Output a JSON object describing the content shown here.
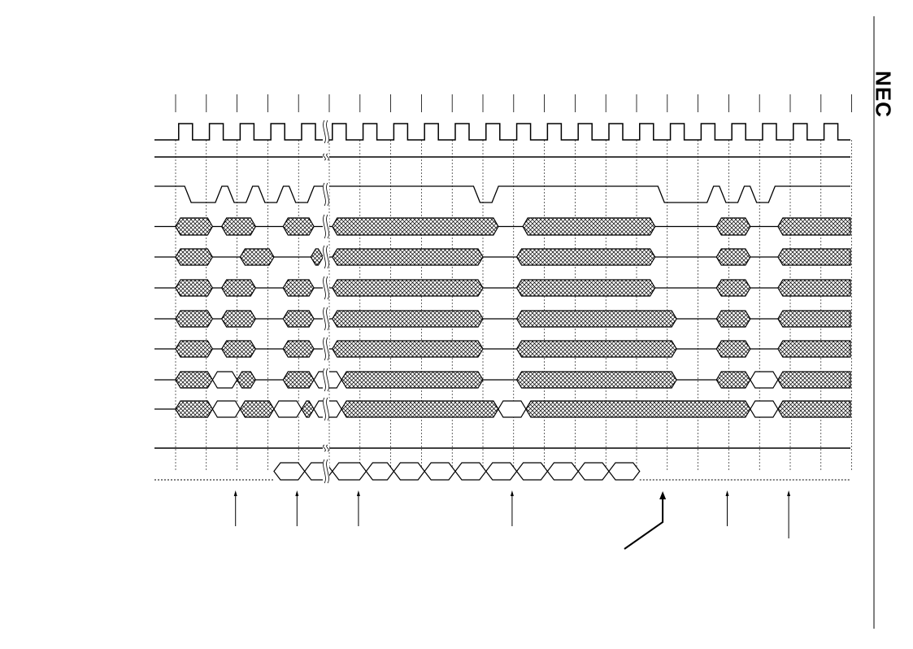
{
  "logo": {
    "text": "NEC"
  },
  "diagram": {
    "period_count": 22,
    "break_after_period": 5,
    "colors": {
      "line": "#000000",
      "hatch": "#000000",
      "background": "#ffffff"
    },
    "signals": [
      {
        "id": "clock",
        "kind": "clock"
      },
      {
        "id": "static-high",
        "kind": "flat"
      },
      {
        "id": "strobe",
        "kind": "digital",
        "edges": [
          [
            0,
            1
          ],
          [
            0.4,
            0
          ],
          [
            1.4,
            1
          ],
          [
            1.8,
            0
          ],
          [
            2.4,
            1
          ],
          [
            2.8,
            0
          ],
          [
            3.4,
            1
          ],
          [
            3.8,
            0
          ],
          [
            4.4,
            1
          ],
          [
            4.8,
            1
          ],
          [
            5.0,
            1
          ],
          [
            9.4,
            1
          ],
          [
            9.8,
            0
          ],
          [
            10.4,
            1
          ],
          [
            15.4,
            1
          ],
          [
            15.8,
            0
          ],
          [
            17.4,
            1
          ],
          [
            17.8,
            0
          ],
          [
            18.4,
            1
          ],
          [
            18.8,
            0
          ],
          [
            19.4,
            1
          ],
          [
            22,
            1
          ]
        ]
      },
      {
        "id": "bus-0",
        "kind": "bus",
        "segments": [
          [
            0,
            1.2,
            "h"
          ],
          [
            1.5,
            2.6,
            "h"
          ],
          [
            3.5,
            4.5,
            "h"
          ],
          [
            5.1,
            10.5,
            "h"
          ],
          [
            11.3,
            15.6,
            "h"
          ],
          [
            17.6,
            18.7,
            "h"
          ],
          [
            19.6,
            22,
            "h"
          ]
        ]
      },
      {
        "id": "bus-1",
        "kind": "bus",
        "segments": [
          [
            0,
            1.2,
            "h"
          ],
          [
            2.1,
            3.2,
            "h"
          ],
          [
            4.4,
            4.8,
            "h"
          ],
          [
            5.1,
            10.0,
            "h"
          ],
          [
            11.1,
            15.6,
            "h"
          ],
          [
            17.6,
            18.7,
            "h"
          ],
          [
            19.6,
            22,
            "h"
          ]
        ]
      },
      {
        "id": "bus-2",
        "kind": "bus",
        "segments": [
          [
            0,
            1.2,
            "h"
          ],
          [
            1.5,
            2.6,
            "h"
          ],
          [
            3.5,
            4.5,
            "h"
          ],
          [
            5.1,
            10.0,
            "h"
          ],
          [
            11.1,
            15.6,
            "h"
          ],
          [
            17.6,
            18.7,
            "h"
          ],
          [
            19.6,
            22,
            "h"
          ]
        ]
      },
      {
        "id": "bus-3",
        "kind": "bus",
        "segments": [
          [
            0,
            1.2,
            "h"
          ],
          [
            1.5,
            2.6,
            "h"
          ],
          [
            3.5,
            4.5,
            "h"
          ],
          [
            5.1,
            10.0,
            "h"
          ],
          [
            11.1,
            16.3,
            "h"
          ],
          [
            17.6,
            18.7,
            "h"
          ],
          [
            19.6,
            22,
            "h"
          ]
        ]
      },
      {
        "id": "bus-4",
        "kind": "bus",
        "segments": [
          [
            0,
            1.2,
            "h"
          ],
          [
            1.5,
            2.6,
            "h"
          ],
          [
            3.5,
            4.5,
            "h"
          ],
          [
            5.1,
            10.0,
            "h"
          ],
          [
            11.1,
            16.3,
            "h"
          ],
          [
            17.6,
            18.7,
            "h"
          ],
          [
            19.6,
            22,
            "h"
          ]
        ]
      },
      {
        "id": "bus-5",
        "kind": "bus",
        "segments": [
          [
            0,
            1.2,
            "h"
          ],
          [
            1.2,
            2.0,
            "o"
          ],
          [
            2.0,
            2.6,
            "h"
          ],
          [
            3.5,
            4.5,
            "h"
          ],
          [
            4.5,
            5.4,
            "o"
          ],
          [
            5.4,
            10.0,
            "h"
          ],
          [
            11.1,
            16.3,
            "h"
          ],
          [
            17.6,
            18.7,
            "h"
          ],
          [
            18.7,
            19.6,
            "o"
          ],
          [
            19.6,
            22,
            "h"
          ]
        ]
      },
      {
        "id": "bus-6",
        "kind": "bus",
        "segments": [
          [
            0,
            1.2,
            "h"
          ],
          [
            1.2,
            2.1,
            "o"
          ],
          [
            2.1,
            3.2,
            "h"
          ],
          [
            3.2,
            4.1,
            "o"
          ],
          [
            4.1,
            4.5,
            "h"
          ],
          [
            4.5,
            5.4,
            "o"
          ],
          [
            5.4,
            10.5,
            "h"
          ],
          [
            10.5,
            11.4,
            "o"
          ],
          [
            11.4,
            18.7,
            "h"
          ],
          [
            18.7,
            19.6,
            "o"
          ],
          [
            19.6,
            22,
            "h"
          ]
        ]
      },
      {
        "id": "static-low",
        "kind": "flat"
      },
      {
        "id": "data-bus",
        "kind": "data",
        "cells": [
          [
            3.2,
            4.2
          ],
          [
            4.2,
            5.1
          ],
          [
            5.1,
            6.2
          ],
          [
            6.2,
            7.1
          ],
          [
            7.1,
            8.1
          ],
          [
            8.1,
            9.1
          ],
          [
            9.1,
            10.1
          ],
          [
            10.1,
            11.1
          ],
          [
            11.1,
            12.1
          ],
          [
            12.1,
            13.1
          ],
          [
            13.1,
            14.1
          ],
          [
            14.1,
            15.1
          ]
        ]
      }
    ],
    "markers": [
      {
        "id": "arrow-1",
        "period": 2,
        "tall": false
      },
      {
        "id": "arrow-2",
        "period": 4,
        "tall": false
      },
      {
        "id": "arrow-3",
        "period": 6,
        "tall": false
      },
      {
        "id": "arrow-4",
        "period": 11,
        "tall": false
      },
      {
        "id": "arrow-5",
        "period": 18,
        "tall": false
      },
      {
        "id": "arrow-6",
        "period": 20,
        "tall": true
      }
    ],
    "leader": {
      "id": "callout-leader",
      "from_period": 16
    }
  }
}
